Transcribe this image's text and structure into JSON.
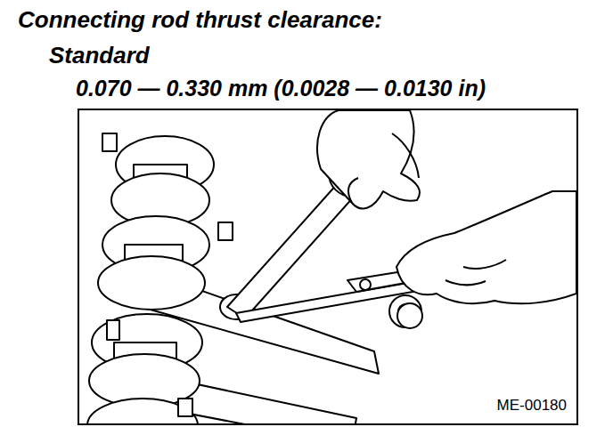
{
  "diagram": {
    "title": "Connecting rod thrust clearance:",
    "labels": [
      "Standard",
      "0.070 — 0.330 mm (0.0028 — 0.0130 in)",
      "ME-00180"
    ]
  }
}
